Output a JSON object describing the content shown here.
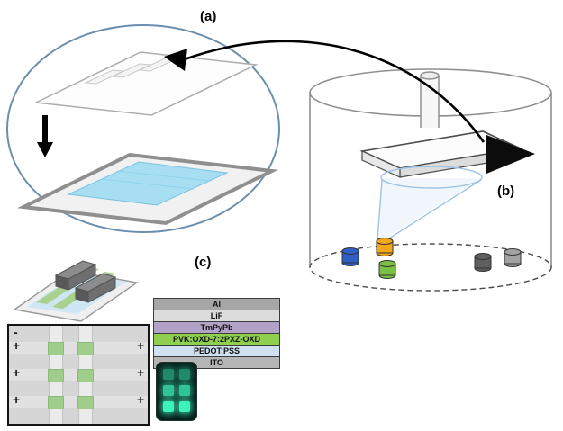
{
  "figure": {
    "labels": {
      "a": "(a)",
      "b": "(b)",
      "c": "(c)"
    }
  },
  "chamber": {
    "crucibles": [
      {
        "name": "blue-source",
        "color": "#2e5fc7"
      },
      {
        "name": "orange-source",
        "color": "#f2a71b"
      },
      {
        "name": "green-source",
        "color": "#79c043"
      },
      {
        "name": "dark-gray-source",
        "color": "#5f5f5f"
      },
      {
        "name": "light-gray-source",
        "color": "#a3a3a3"
      }
    ]
  },
  "stack": {
    "layers": [
      {
        "label": "Al",
        "color": "#a6a6a6"
      },
      {
        "label": "LiF",
        "color": "#dcdcdc"
      },
      {
        "label": "TmPyPb",
        "color": "#b3a2c7"
      },
      {
        "label": "PVK:OXD-7:2PXZ-OXD",
        "color": "#8fd14f"
      },
      {
        "label": "PEDOT:PSS",
        "color": "#cfe0f1"
      },
      {
        "label": "ITO",
        "color": "#b5b5b5"
      }
    ]
  },
  "plan_view": {
    "minus": "-",
    "plus": "+",
    "pixel_color": "#9fce8a"
  },
  "photo": {
    "glow_color": "#3bf2ba"
  }
}
